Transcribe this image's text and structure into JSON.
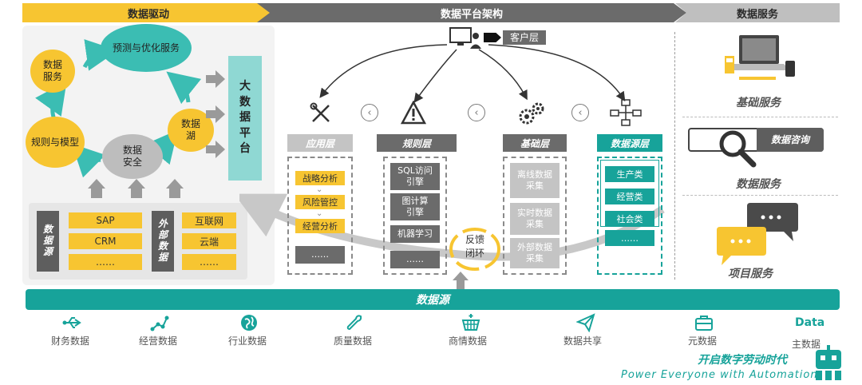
{
  "header": {
    "left": "数据驱动",
    "center": "数据平台架构",
    "right": "数据服务"
  },
  "drive": {
    "prediction": "预测与优化服务",
    "data_service": "数据服务",
    "rules_models": "规则与模型",
    "data_lake": "数据湖",
    "data_security": "数据安全",
    "big_data_platform": "大数据平台"
  },
  "sources_panel": {
    "internal_label": "数据源",
    "internal_items": [
      "SAP",
      "CRM",
      "……"
    ],
    "external_label": "外部数据",
    "external_items": [
      "互联网",
      "云端",
      "……"
    ]
  },
  "platform": {
    "client_layer": "客户层",
    "app_layer": {
      "title": "应用层",
      "items": [
        "战略分析",
        "风险管控",
        "经营分析"
      ],
      "more": "……"
    },
    "rule_layer": {
      "title": "规则层",
      "items": [
        "SQL访问引擎",
        "图计算引擎",
        "机器学习"
      ],
      "more": "……"
    },
    "base_layer": {
      "title": "基础层",
      "items": [
        "离线数据采集",
        "实时数据采集",
        "外部数据采集"
      ]
    },
    "source_layer": {
      "title": "数据源层",
      "items": [
        "生产类",
        "经营类",
        "社会类"
      ],
      "more": "……"
    },
    "feedback": "反馈闭环"
  },
  "services": {
    "basic": "基础服务",
    "consult_tag": "数据咨询",
    "data": "数据服务",
    "project": "项目服务"
  },
  "source_bar": "数据源",
  "bottom_items": [
    {
      "label": "财务数据",
      "icon": "usb-icon"
    },
    {
      "label": "经营数据",
      "icon": "network-icon"
    },
    {
      "label": "行业数据",
      "icon": "globe-icon"
    },
    {
      "label": "质量数据",
      "icon": "wrench-icon"
    },
    {
      "label": "商情数据",
      "icon": "basket-icon"
    },
    {
      "label": "数据共享",
      "icon": "paper-plane-icon"
    },
    {
      "label": "元数据",
      "icon": "toolbox-icon"
    },
    {
      "label": "主数据",
      "icon": "data-icon"
    }
  ],
  "data_word": "Data",
  "brand": {
    "cn": "开启数字劳动时代",
    "en": "Power Everyone with Automation"
  },
  "colors": {
    "yellow": "#f7c531",
    "teal": "#17a39a",
    "dark_gray": "#6b6b6b",
    "light_gray": "#bdbdbd"
  }
}
